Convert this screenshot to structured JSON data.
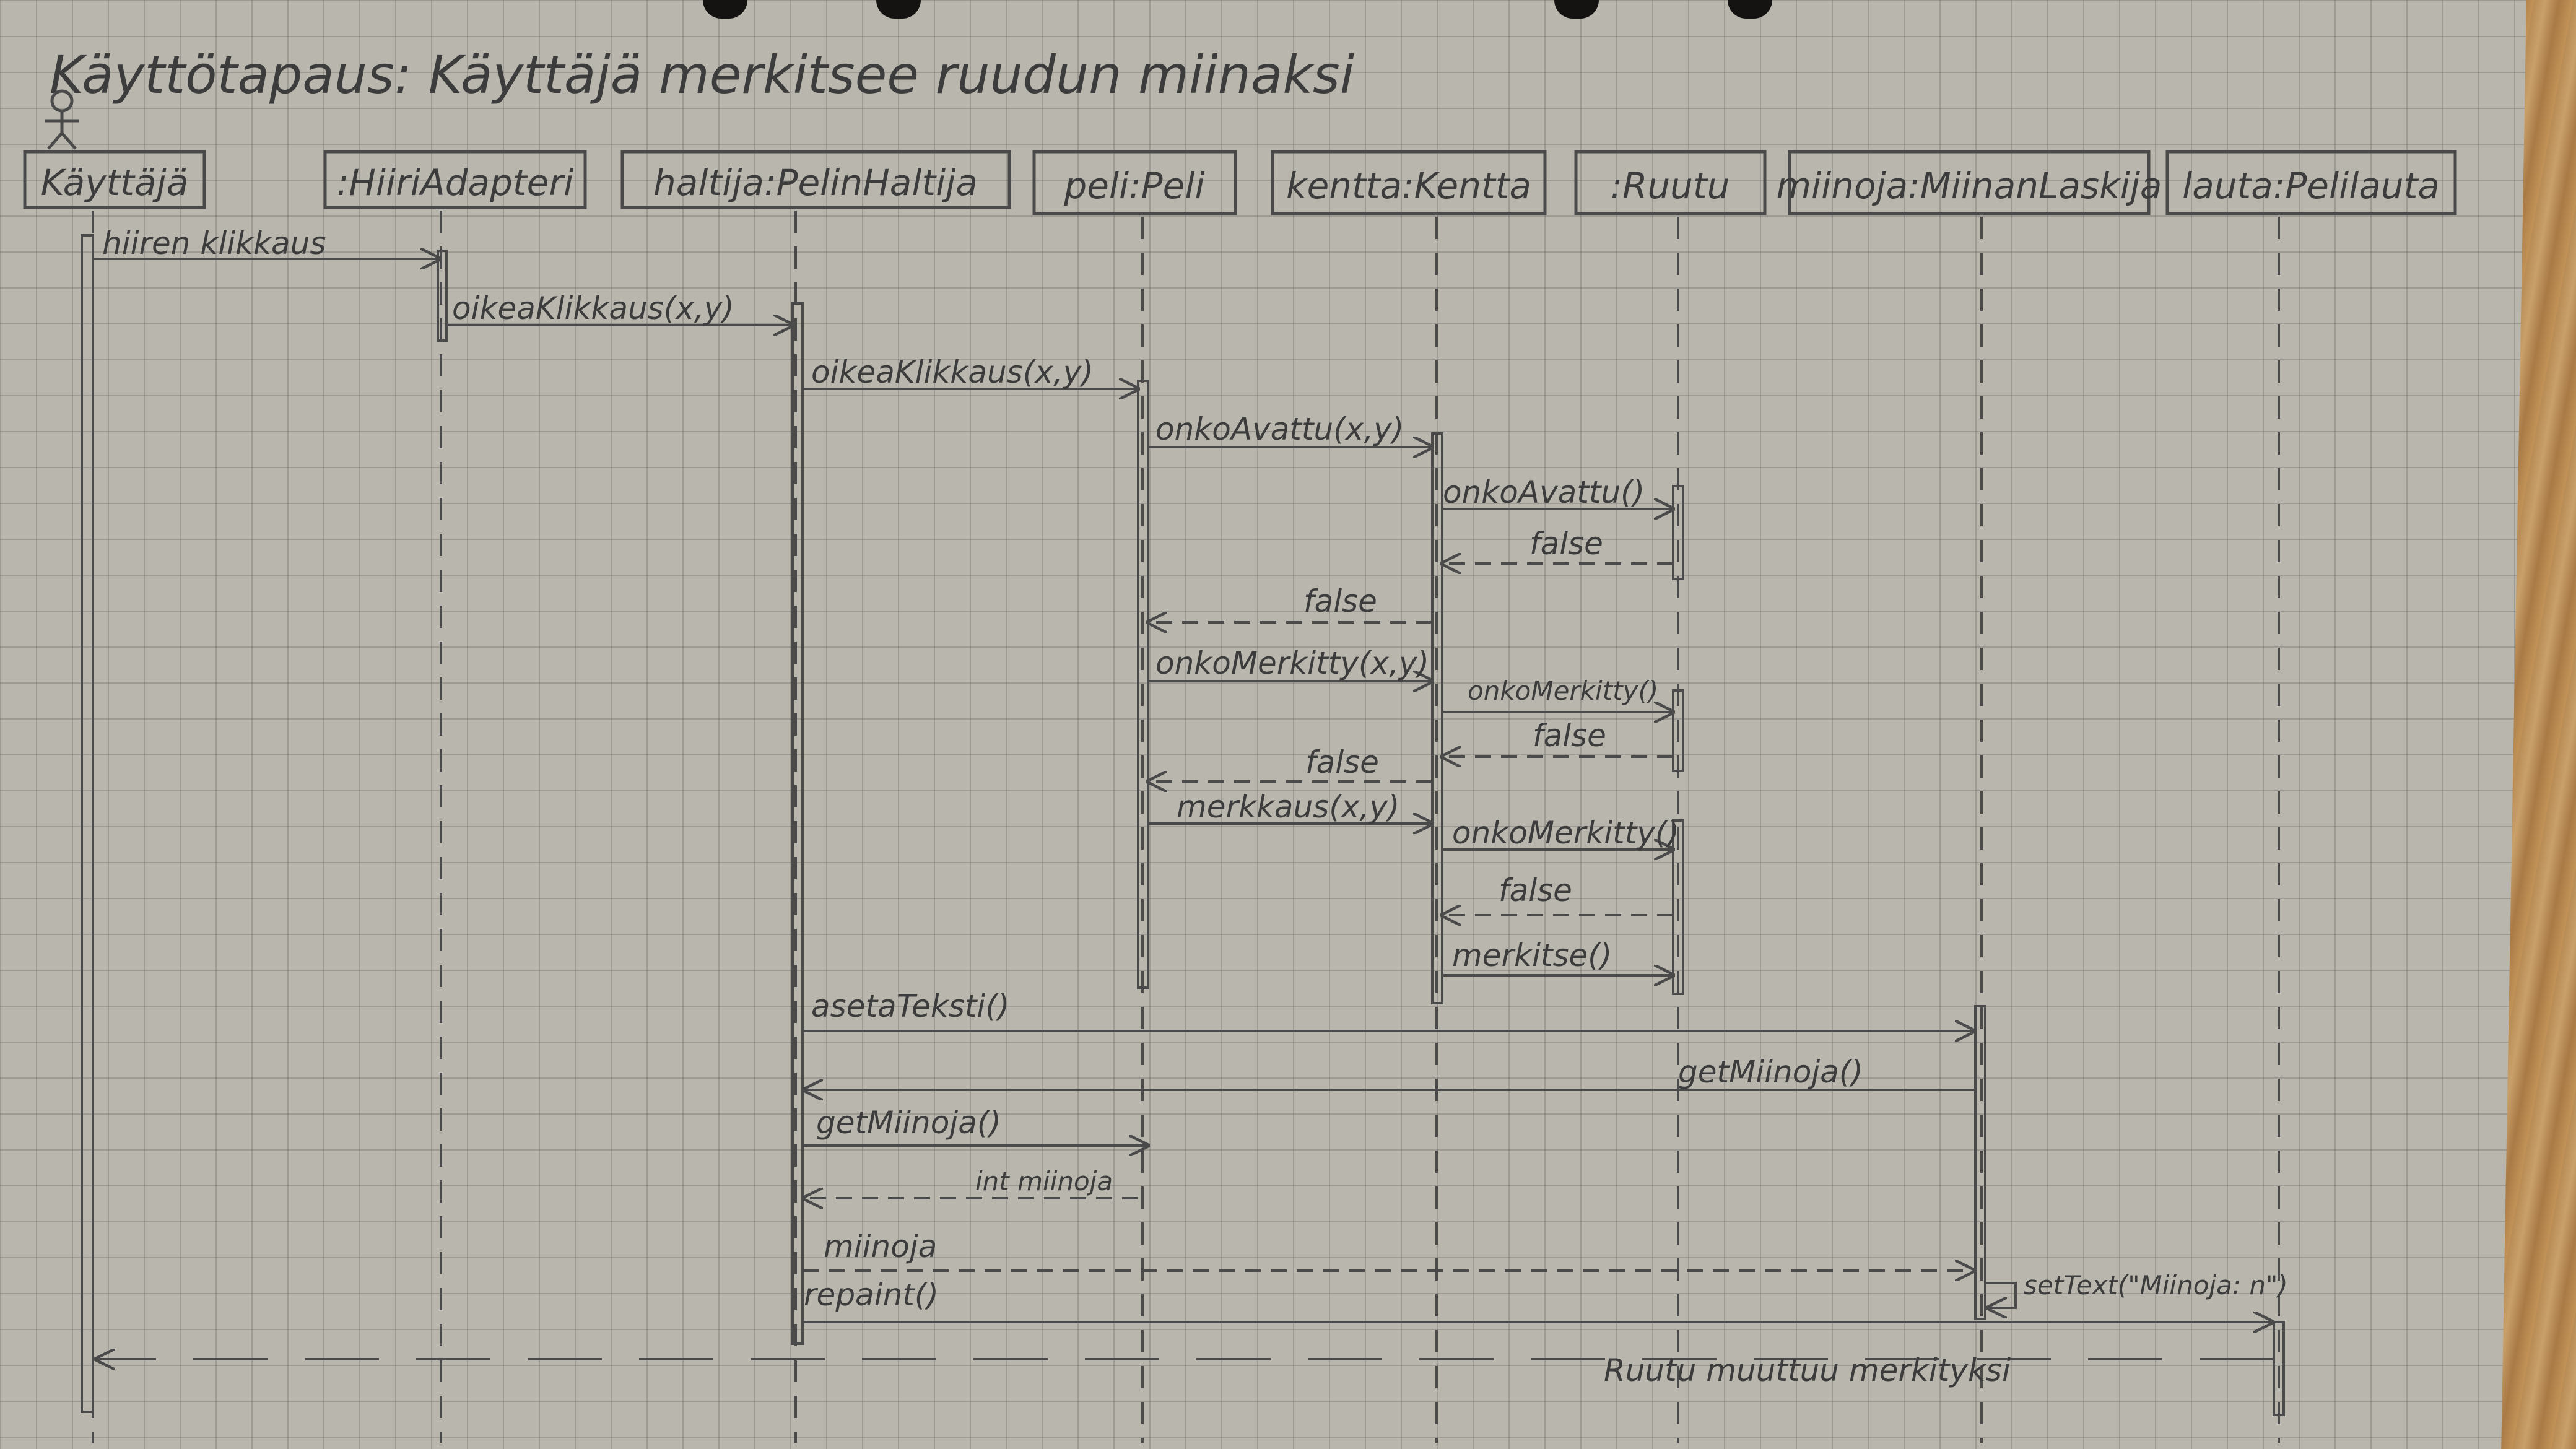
{
  "title": "Käyttötapaus: Käyttäjä merkitsee ruudun miinaksi",
  "lifelines": [
    {
      "id": "kayttaja",
      "label": "Käyttäjä"
    },
    {
      "id": "hiiri",
      "label": ":HiiriAdapteri"
    },
    {
      "id": "haltija",
      "label": "haltija:PelinHaltija"
    },
    {
      "id": "peli",
      "label": "peli:Peli"
    },
    {
      "id": "kentta",
      "label": "kentta:Kentta"
    },
    {
      "id": "ruutu",
      "label": ":Ruutu"
    },
    {
      "id": "miinoja",
      "label": "miinoja:MiinanLaskija"
    },
    {
      "id": "lauta",
      "label": "lauta:Pelilauta"
    }
  ],
  "messages": [
    {
      "label": "hiiren klikkaus"
    },
    {
      "label": "oikeaKlikkaus(x,y)"
    },
    {
      "label": "oikeaKlikkaus(x,y)"
    },
    {
      "label": "onkoAvattu(x,y)"
    },
    {
      "label": "onkoAvattu()"
    },
    {
      "label": "false"
    },
    {
      "label": "false"
    },
    {
      "label": "onkoMerkitty(x,y)"
    },
    {
      "label": "onkoMerkitty()"
    },
    {
      "label": "false"
    },
    {
      "label": "false"
    },
    {
      "label": "merkkaus(x,y)"
    },
    {
      "label": "onkoMerkitty()"
    },
    {
      "label": "false"
    },
    {
      "label": "merkitse()"
    },
    {
      "label": "asetaTeksti()"
    },
    {
      "label": "getMiinoja()"
    },
    {
      "label": "getMiinoja()"
    },
    {
      "label": "int miinoja"
    },
    {
      "label": "miinoja"
    },
    {
      "label": "setText(\"Miinoja: n\")"
    },
    {
      "label": "repaint()"
    },
    {
      "label": "Ruutu muuttuu merkityksi"
    }
  ]
}
